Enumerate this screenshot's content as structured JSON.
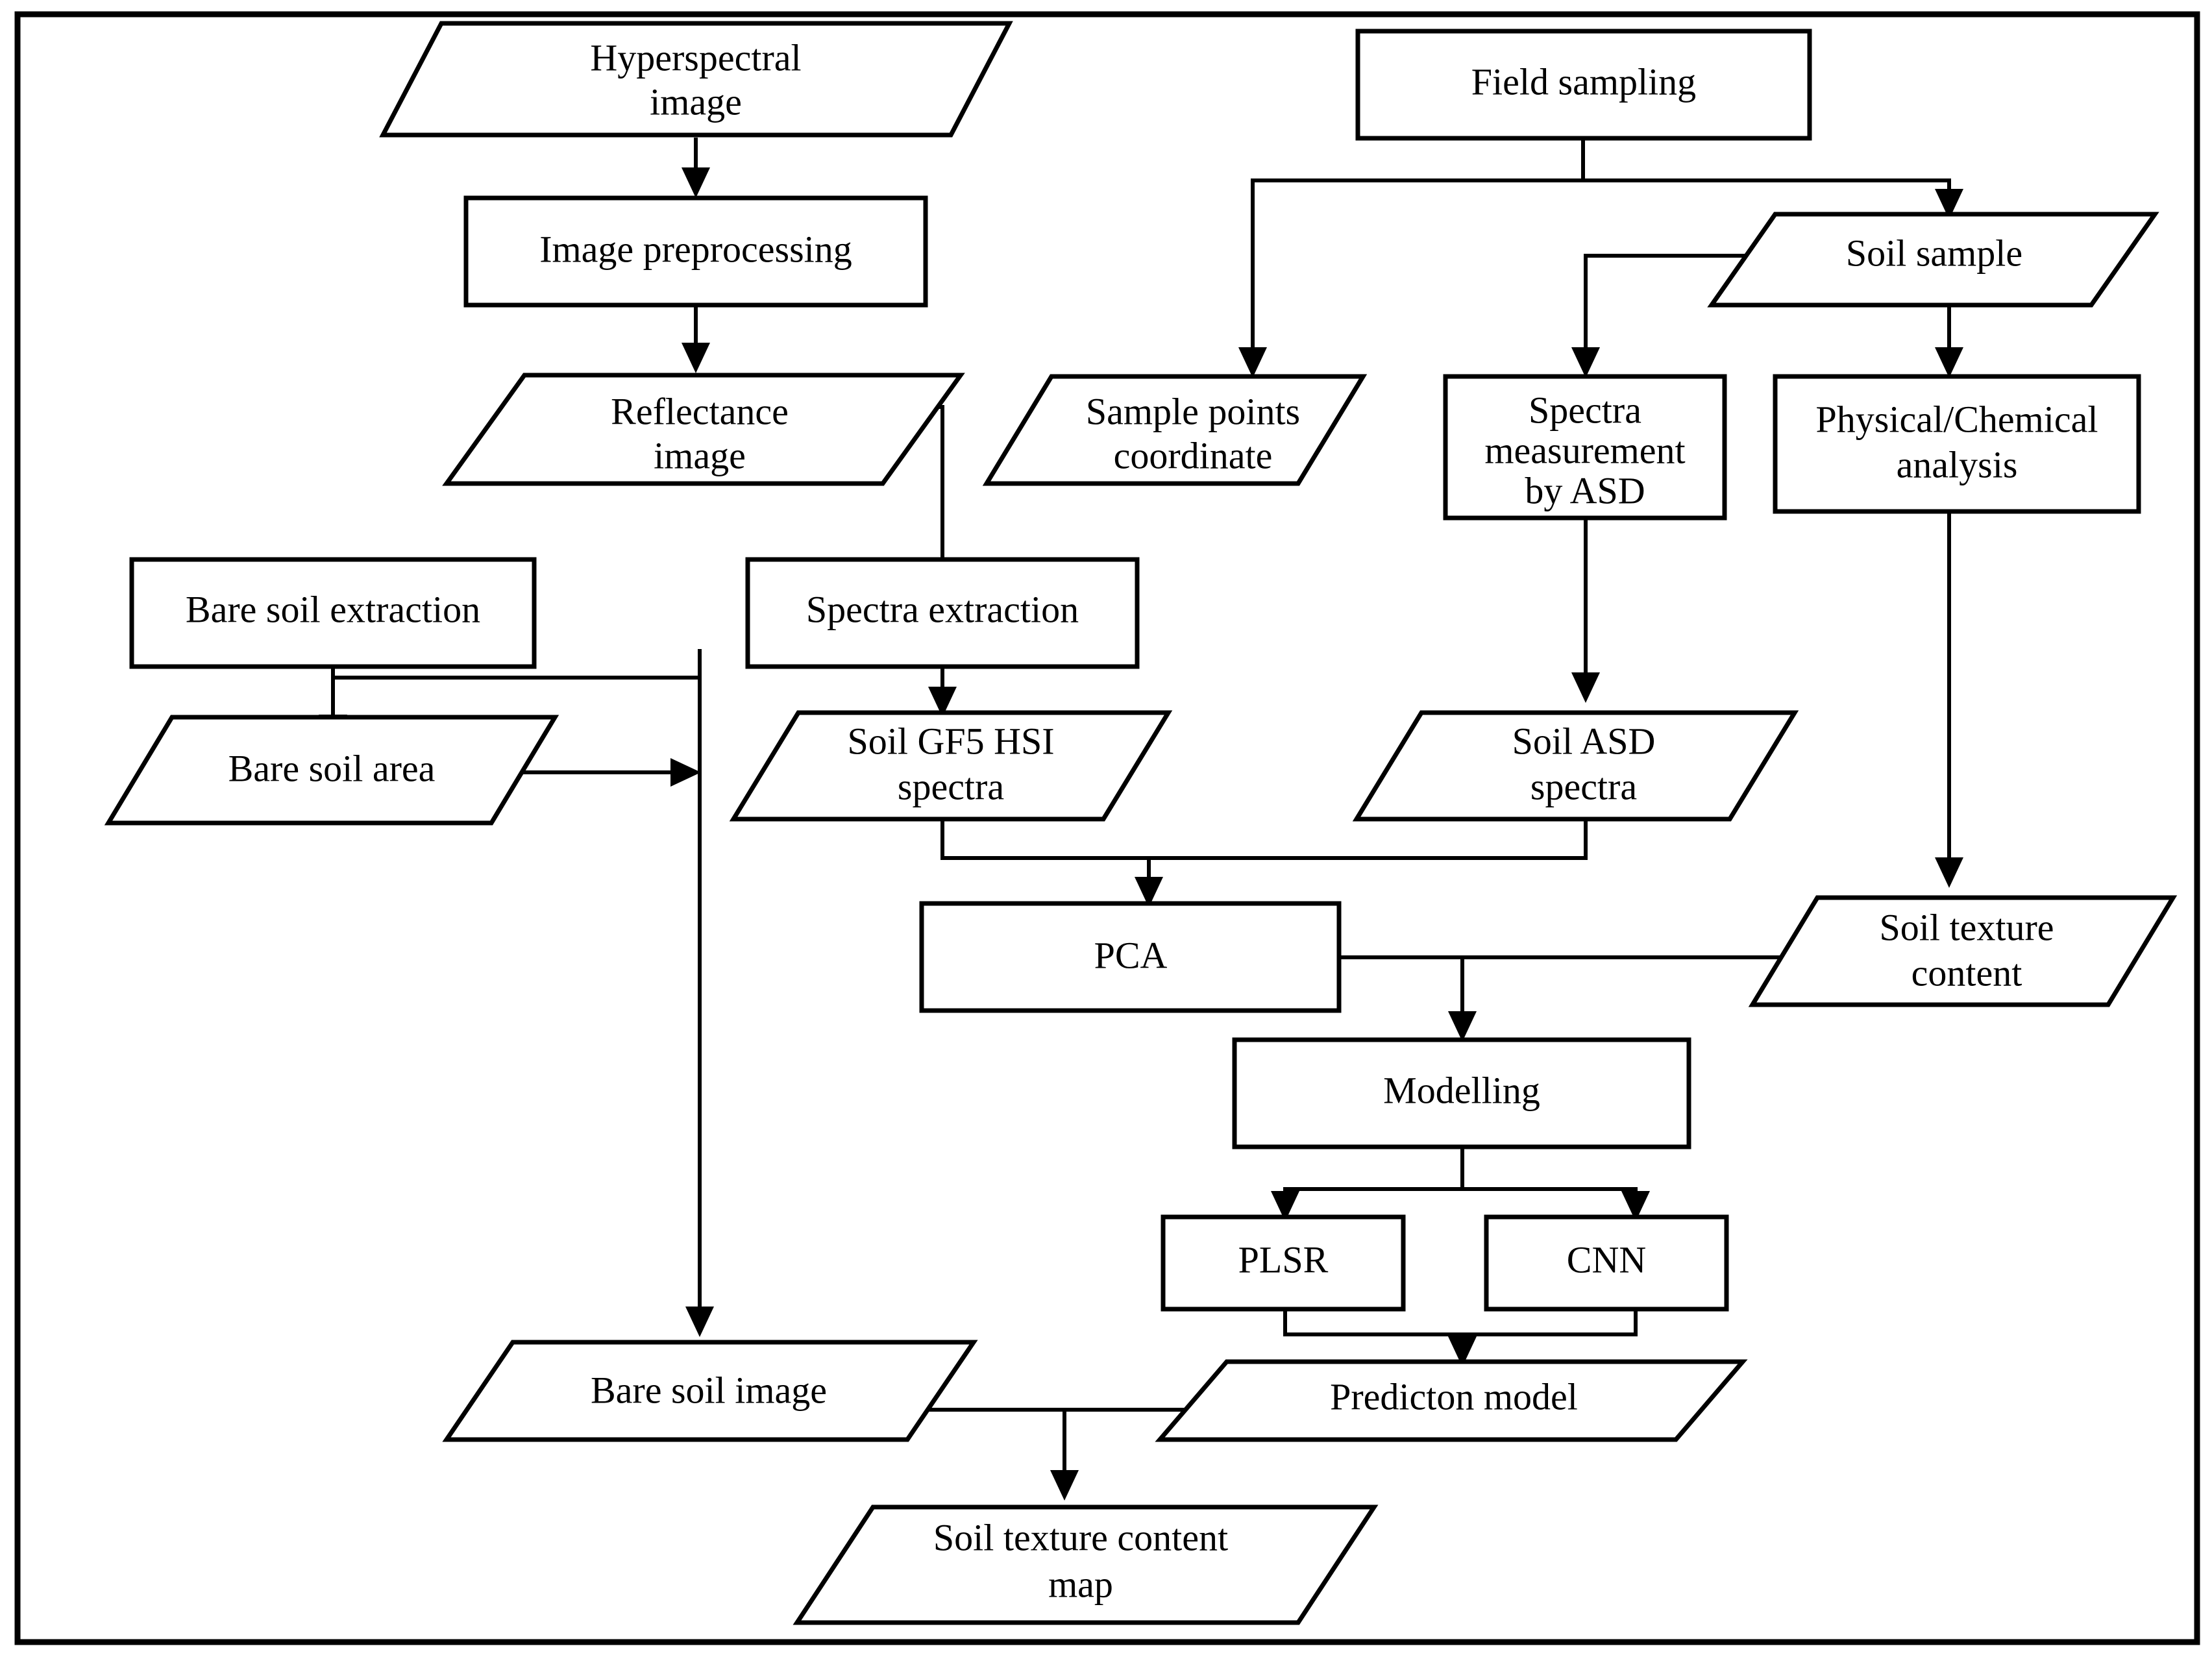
{
  "diagram": {
    "title": "Soil texture content mapping workflow",
    "type": "flowchart",
    "stroke_color": "#000000",
    "fill_color": "#ffffff",
    "nodes": [
      {
        "id": "hyperspectral_image",
        "label_line1": "Hyperspectral",
        "label_line2": "image",
        "shape": "parallelogram"
      },
      {
        "id": "image_preprocessing",
        "label_line1": "Image preprocessing",
        "label_line2": "",
        "shape": "rectangle"
      },
      {
        "id": "reflectance_image",
        "label_line1": "Reflectance",
        "label_line2": "image",
        "shape": "parallelogram"
      },
      {
        "id": "bare_soil_extraction",
        "label_line1": "Bare soil extraction",
        "label_line2": "",
        "shape": "rectangle"
      },
      {
        "id": "bare_soil_area",
        "label_line1": "Bare soil area",
        "label_line2": "",
        "shape": "parallelogram"
      },
      {
        "id": "spectra_extraction",
        "label_line1": "Spectra extraction",
        "label_line2": "",
        "shape": "rectangle"
      },
      {
        "id": "soil_gf5_hsi_spectra",
        "label_line1": "Soil GF5 HSI",
        "label_line2": "spectra",
        "shape": "parallelogram"
      },
      {
        "id": "field_sampling",
        "label_line1": "Field sampling",
        "label_line2": "",
        "shape": "rectangle"
      },
      {
        "id": "soil_sample",
        "label_line1": "Soil sample",
        "label_line2": "",
        "shape": "parallelogram"
      },
      {
        "id": "sample_points_coordinate",
        "label_line1": "Sample points",
        "label_line2": "coordinate",
        "shape": "parallelogram"
      },
      {
        "id": "spectra_measurement_by_asd",
        "label_line1": "Spectra",
        "label_line2": "measurement",
        "label_line3": "by ASD",
        "shape": "rectangle"
      },
      {
        "id": "physical_chemical_analysis",
        "label_line1": "Physical/Chemical",
        "label_line2": "analysis",
        "shape": "rectangle"
      },
      {
        "id": "soil_asd_spectra",
        "label_line1": "Soil ASD",
        "label_line2": "spectra",
        "shape": "parallelogram"
      },
      {
        "id": "soil_texture_content",
        "label_line1": "Soil texture",
        "label_line2": "content",
        "shape": "parallelogram"
      },
      {
        "id": "pca",
        "label_line1": "PCA",
        "label_line2": "",
        "shape": "rectangle"
      },
      {
        "id": "modelling",
        "label_line1": "Modelling",
        "label_line2": "",
        "shape": "rectangle"
      },
      {
        "id": "plsr",
        "label_line1": "PLSR",
        "label_line2": "",
        "shape": "rectangle"
      },
      {
        "id": "cnn",
        "label_line1": "CNN",
        "label_line2": "",
        "shape": "rectangle"
      },
      {
        "id": "predicton_model",
        "label_line1": "Predicton model",
        "label_line2": "",
        "shape": "parallelogram"
      },
      {
        "id": "bare_soil_image",
        "label_line1": "Bare soil image",
        "label_line2": "",
        "shape": "parallelogram"
      },
      {
        "id": "soil_texture_content_map",
        "label_line1": "Soil texture content",
        "label_line2": "map",
        "shape": "parallelogram"
      }
    ],
    "edges": [
      {
        "from": "hyperspectral_image",
        "to": "image_preprocessing"
      },
      {
        "from": "image_preprocessing",
        "to": "reflectance_image"
      },
      {
        "from": "reflectance_image",
        "to": "bare_soil_extraction"
      },
      {
        "from": "reflectance_image",
        "to": "spectra_extraction"
      },
      {
        "from": "reflectance_image",
        "to": "bare_soil_image"
      },
      {
        "from": "bare_soil_extraction",
        "to": "bare_soil_area"
      },
      {
        "from": "bare_soil_area",
        "to": "bare_soil_image"
      },
      {
        "from": "spectra_extraction",
        "to": "soil_gf5_hsi_spectra"
      },
      {
        "from": "soil_gf5_hsi_spectra",
        "to": "pca"
      },
      {
        "from": "field_sampling",
        "to": "sample_points_coordinate"
      },
      {
        "from": "field_sampling",
        "to": "soil_sample"
      },
      {
        "from": "soil_sample",
        "to": "spectra_measurement_by_asd"
      },
      {
        "from": "soil_sample",
        "to": "physical_chemical_analysis"
      },
      {
        "from": "spectra_measurement_by_asd",
        "to": "soil_asd_spectra"
      },
      {
        "from": "physical_chemical_analysis",
        "to": "soil_texture_content"
      },
      {
        "from": "soil_asd_spectra",
        "to": "pca"
      },
      {
        "from": "pca",
        "to": "modelling"
      },
      {
        "from": "soil_texture_content",
        "to": "modelling"
      },
      {
        "from": "modelling",
        "to": "plsr"
      },
      {
        "from": "modelling",
        "to": "cnn"
      },
      {
        "from": "plsr",
        "to": "predicton_model"
      },
      {
        "from": "cnn",
        "to": "predicton_model"
      },
      {
        "from": "predicton_model",
        "to": "soil_texture_content_map"
      },
      {
        "from": "bare_soil_image",
        "to": "soil_texture_content_map"
      }
    ]
  }
}
